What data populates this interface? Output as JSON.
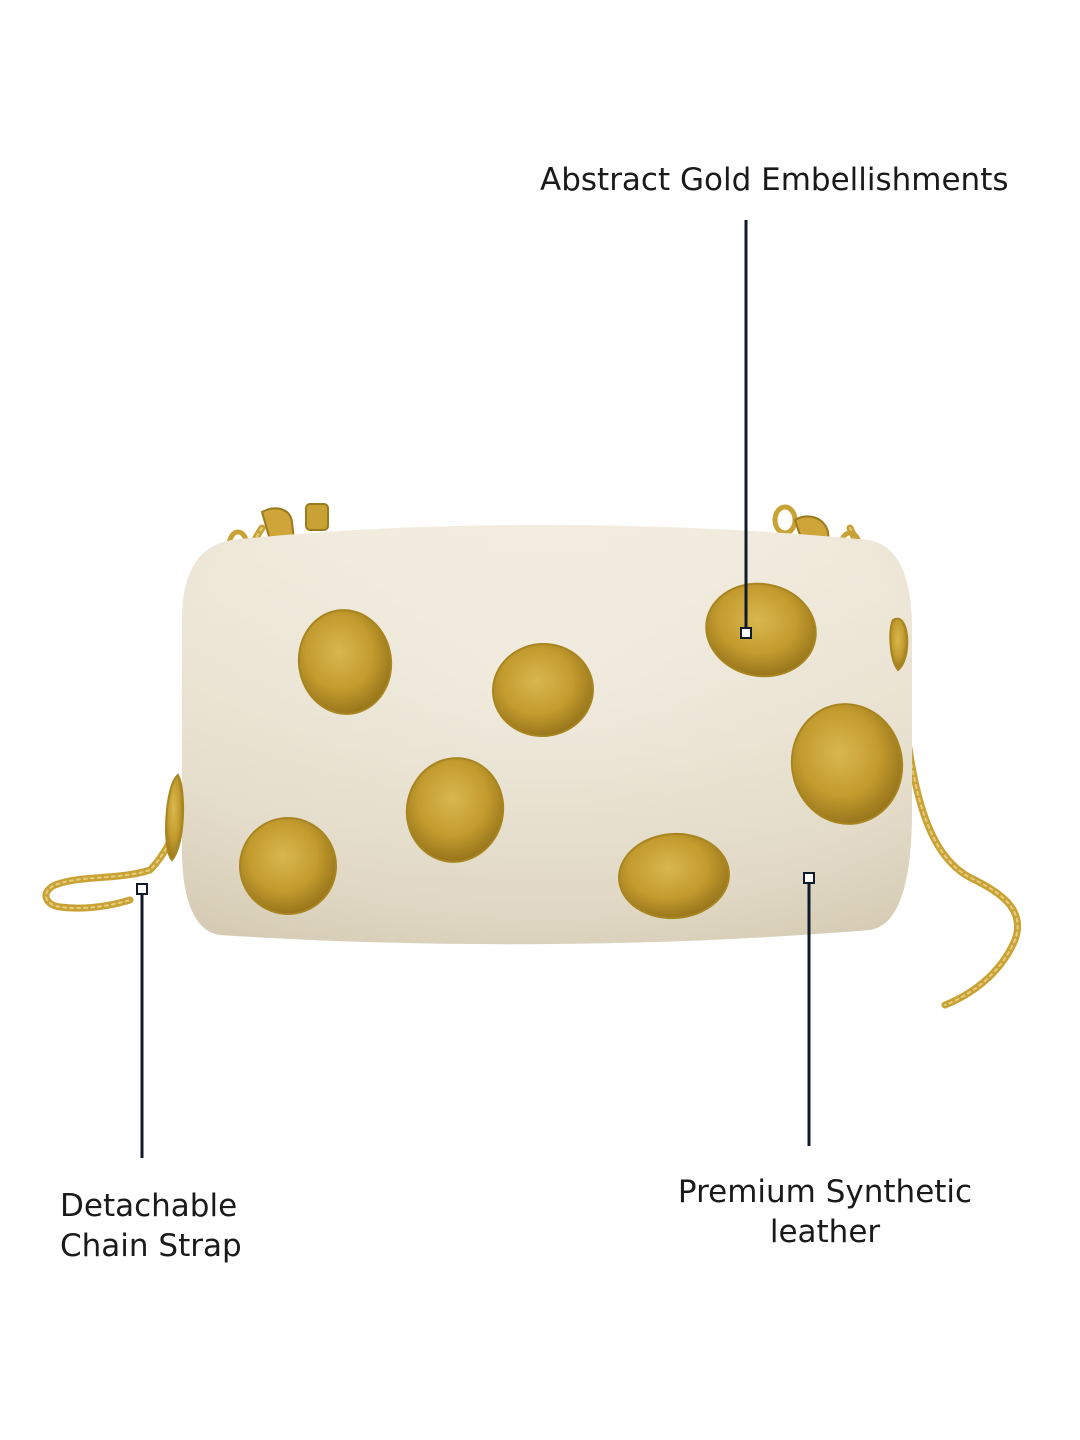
{
  "image": {
    "subject": "clutch-bag",
    "colors": {
      "background": "#ffffff",
      "bag_body": "#ede6d4",
      "gold": "#c9a236",
      "callout_line": "#111a2b"
    }
  },
  "callouts": {
    "gold_embellishments": {
      "lines": [
        "Abstract Gold Embellishments"
      ]
    },
    "chain_strap": {
      "lines": [
        "Detachable",
        "Chain Strap"
      ]
    },
    "synthetic_leather": {
      "lines": [
        "Premium Synthetic",
        "leather"
      ]
    }
  }
}
